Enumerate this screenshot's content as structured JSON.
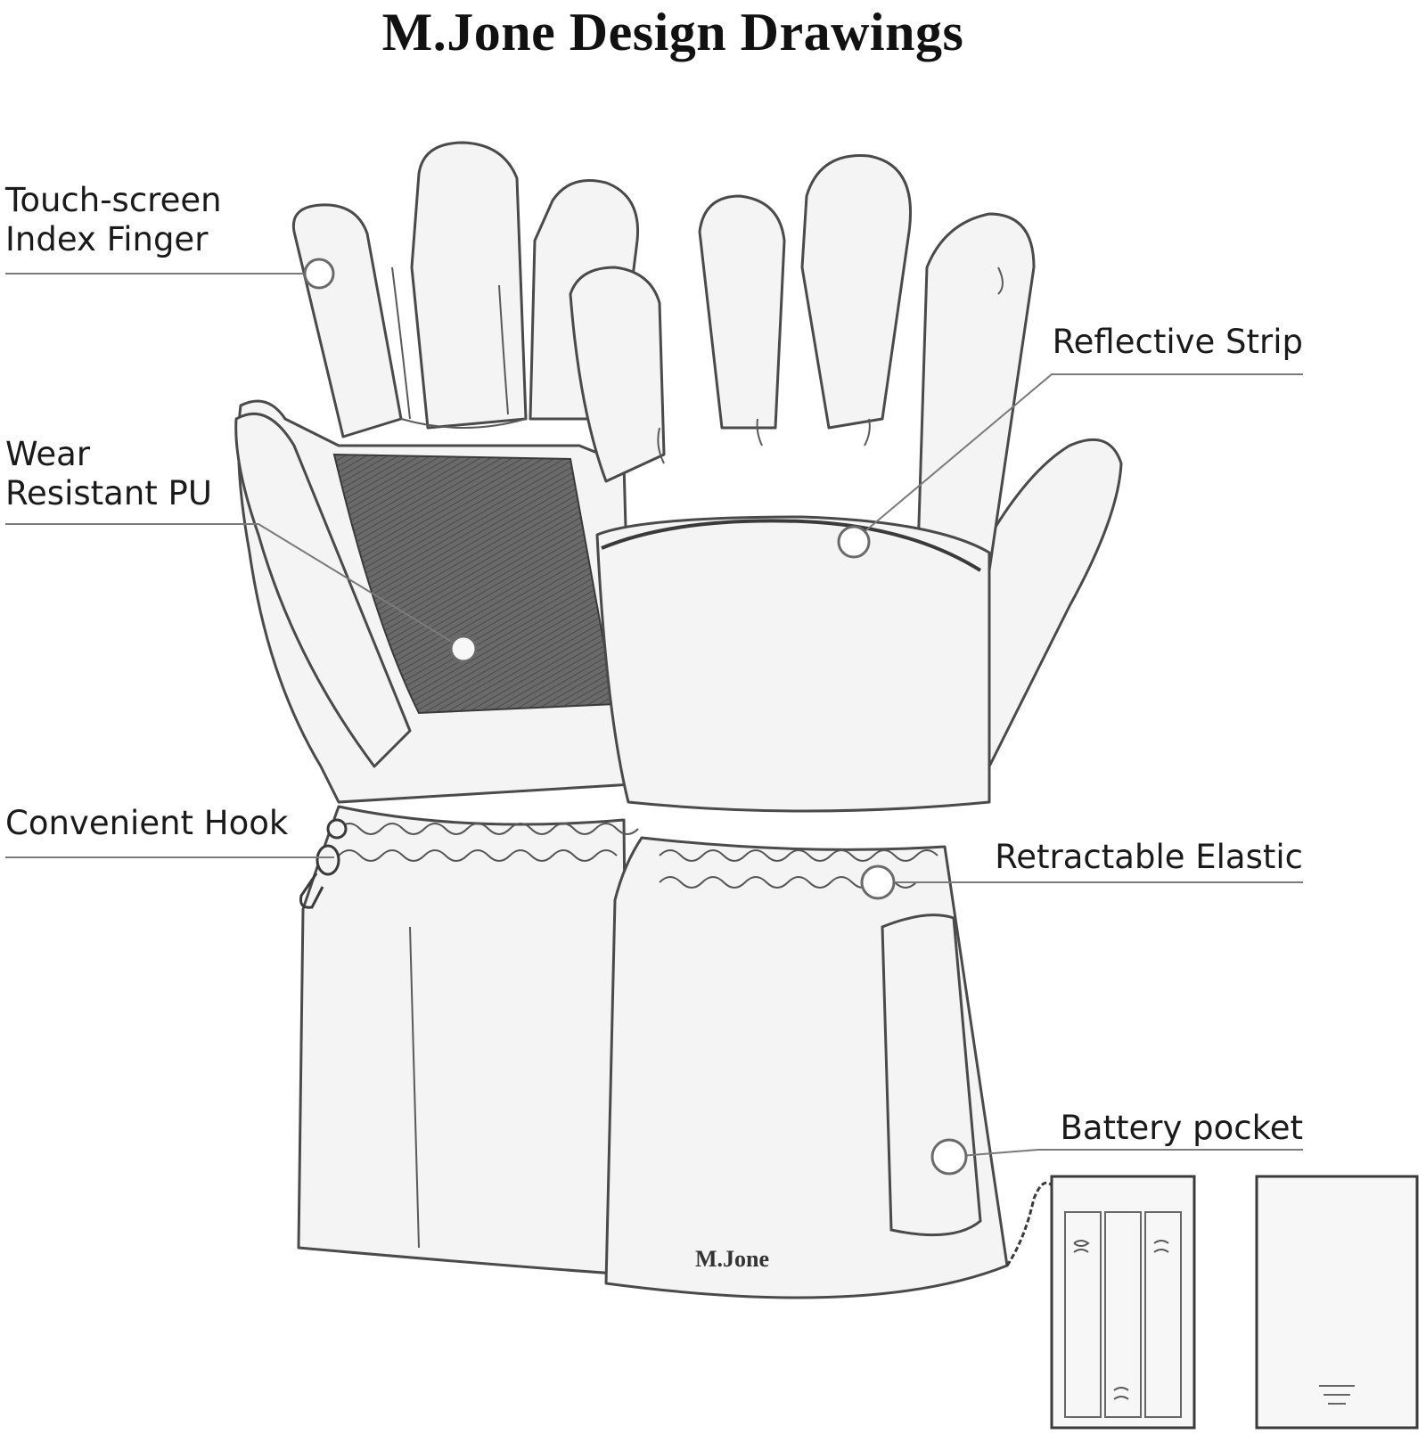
{
  "title": "M.Jone Design Drawings",
  "callouts": {
    "touch_screen_line1": "Touch-screen",
    "touch_screen_line2": "Index Finger",
    "wear_line1": "Wear",
    "wear_line2": "Resistant PU",
    "hook": "Convenient Hook",
    "reflective": "Reflective Strip",
    "elastic": "Retractable Elastic",
    "battery": "Battery pocket"
  },
  "glove_brand": "M.Jone",
  "colors": {
    "line": "#4a4a4a",
    "leader": "#7a7a7a",
    "pu_patch": "#5a5a5a",
    "glove_fill": "#f4f4f4"
  }
}
